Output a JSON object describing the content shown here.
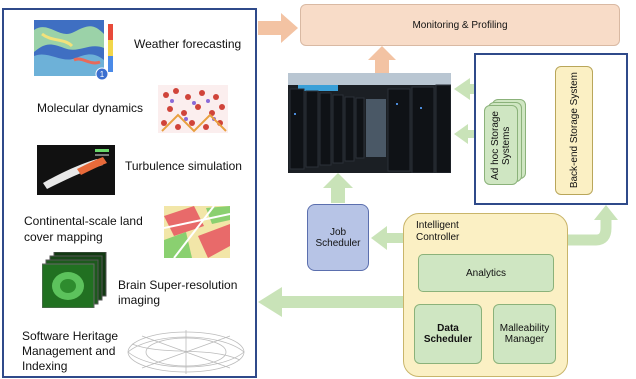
{
  "applications": [
    {
      "label": "Weather forecasting"
    },
    {
      "label": "Molecular dynamics"
    },
    {
      "label": "Turbulence simulation"
    },
    {
      "label": "Continental-scale land cover mapping",
      "lines": [
        "Continental-scale land",
        "cover mapping"
      ]
    },
    {
      "label": "Brain Super-resolution imaging",
      "lines": [
        "Brain Super-resolution",
        "imaging"
      ]
    },
    {
      "label": "Software Heritage Management and Indexing",
      "lines": [
        "Software Heritage",
        "Management and",
        "Indexing"
      ]
    }
  ],
  "monitoring": {
    "label": "Monitoring & Profiling"
  },
  "job_scheduler": {
    "line1": "Job",
    "line2": "Scheduler"
  },
  "controller": {
    "line1": "Intelligent",
    "line2": "Controller"
  },
  "analytics": {
    "label": "Analytics"
  },
  "data_scheduler": {
    "line1": "Data",
    "line2": "Scheduler"
  },
  "malleability": {
    "line1": "Malleability",
    "line2": "Manager"
  },
  "adhoc": {
    "line1": "Ad hoc Storage",
    "line2": "Systems"
  },
  "backend": {
    "label": "Back-end Storage System"
  },
  "weather_badge": "1",
  "colors": {
    "panel_border": "#2f4a8a",
    "arrow_green": "#c9e3b8",
    "arrow_orange": "#f3c3a3"
  }
}
